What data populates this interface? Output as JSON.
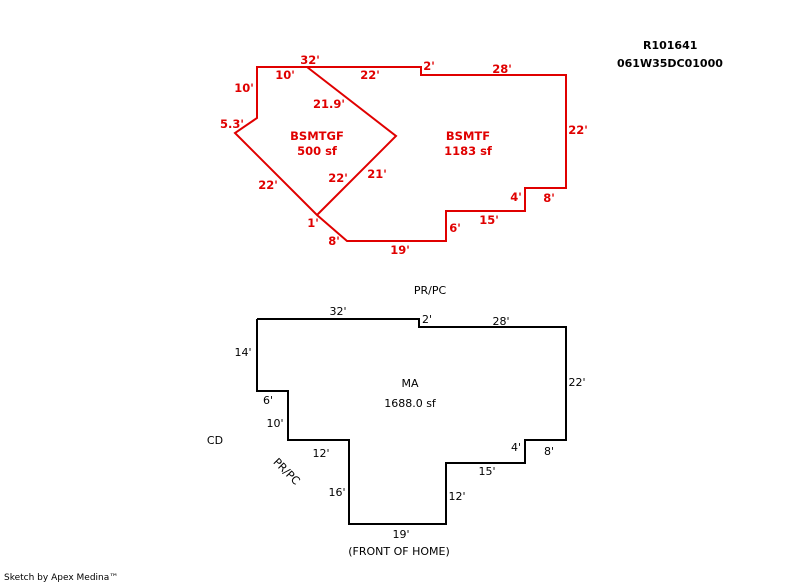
{
  "header": {
    "parcel_id": "R101641",
    "map_number": "061W35DC01000"
  },
  "colors": {
    "basement": "#e00000",
    "main": "#000000"
  },
  "basement": {
    "areas": [
      {
        "name": "BSMTGF",
        "area": "500 sf"
      },
      {
        "name": "BSMTF",
        "area": "1183 sf"
      }
    ],
    "dims": {
      "top_32": "32'",
      "top_10": "10'",
      "top_22": "22'",
      "top_2": "2'",
      "top_28": "28'",
      "left_10": "10'",
      "left_53": "5.3'",
      "left_22": "22'",
      "diag_219": "21.9'",
      "diag_22": "22'",
      "diag_21": "21'",
      "right_22": "22'",
      "step_4": "4'",
      "step_8": "8'",
      "step_15": "15'",
      "step_6": "6'",
      "bot_19": "19'",
      "bot_8": "8'",
      "bot_1": "1'"
    }
  },
  "main": {
    "area_name": "MA",
    "area": "1688.0 sf",
    "porch_top": "PR/PC",
    "porch_side": "PR/PC",
    "cd": "CD",
    "front": "(FRONT OF HOME)",
    "dims": {
      "top_32": "32'",
      "top_2": "2'",
      "top_28": "28'",
      "left_14": "14'",
      "left_6": "6'",
      "left_10": "10'",
      "in_12": "12'",
      "in_16": "16'",
      "bot_19": "19'",
      "right_12": "12'",
      "step_15": "15'",
      "step_4": "4'",
      "step_8": "8'",
      "right_22": "22'"
    }
  },
  "footer": {
    "credit": "Sketch by Apex Medina™"
  }
}
